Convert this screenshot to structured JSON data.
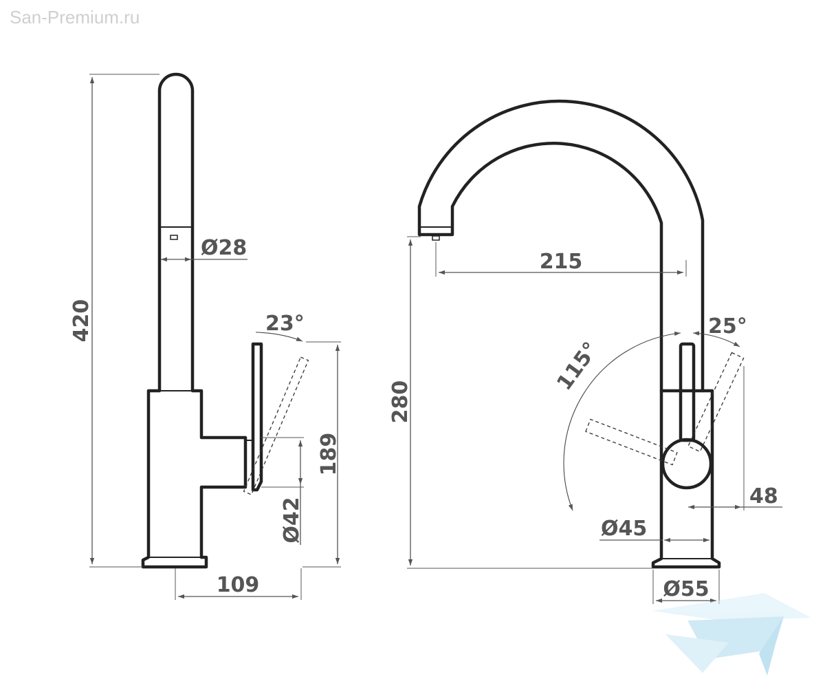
{
  "watermark": "San-Premium.ru",
  "colors": {
    "outline": "#222222",
    "dimension": "#555555",
    "label": "#555555",
    "watermark_text": "#cfcfcf",
    "logo": "#a9d8ee"
  },
  "side_view": {
    "height_total": "420",
    "spout_diameter": "Ø28",
    "lever_angle": "23°",
    "lever_height": "189",
    "body_diameter": "Ø42",
    "reach": "109"
  },
  "front_view": {
    "spout_reach": "215",
    "spout_height": "280",
    "lever_swing": "115°",
    "lever_tilt": "25°",
    "lever_offset": "48",
    "lever_diameter": "Ø45",
    "base_diameter": "Ø55"
  },
  "logo": "swan-logo-icon"
}
